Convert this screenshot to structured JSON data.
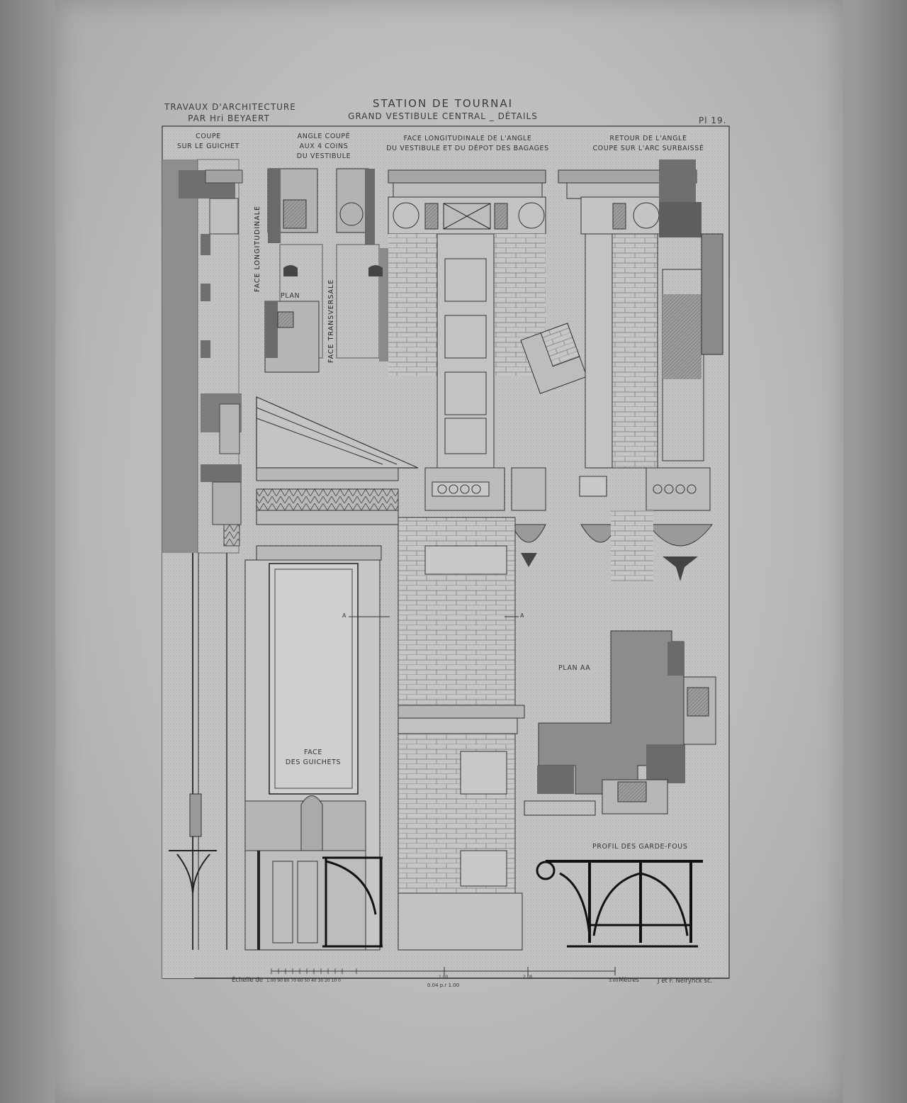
{
  "header": {
    "left_line1": "TRAVAUX D'ARCHITECTURE",
    "left_line2": "PAR Hri BEYAERT",
    "title": "STATION DE TOURNAI",
    "subtitle": "GRAND VESTIBULE CENTRAL _ DÉTAILS",
    "plate": "Pl 19."
  },
  "labels": {
    "coupe_line1": "COUPE",
    "coupe_line2": "SUR LE GUICHET",
    "angle_line1": "ANGLE COUPÉ",
    "angle_line2": "AUX 4 COINS",
    "angle_line3": "DU VESTIBULE",
    "face_long_line1": "FACE LONGITUDINALE DE L'ANGLE",
    "face_long_line2": "DU VESTIBULE ET DU DÉPOT DES BAGAGES",
    "retour_line1": "RETOUR DE L'ANGLE",
    "retour_line2": "COUPE SUR L'ARC SURBAISSÉ",
    "vertical_face_long": "FACE LONGITUDINALE",
    "vertical_face_trans": "FACE TRANSVERSALE",
    "plan": "PLAN",
    "plan_aa": "PLAN AA",
    "face_guichets_line1": "FACE",
    "face_guichets_line2": "DES GUICHETS",
    "profil": "PROFIL DES GARDE-FOUS",
    "marker_a": "A"
  },
  "footer": {
    "scale_prefix": "Échelle de",
    "scale_ticks": "1.00 90 80 70 60 50 40 30 20 10 0",
    "mark_100": "1.00",
    "mark_200": "2.00",
    "mark_300": "3.00",
    "metres": "Mètres",
    "ratio": "0.04 p.r 1.00",
    "engraver": "J et F. Neirynck sc."
  }
}
